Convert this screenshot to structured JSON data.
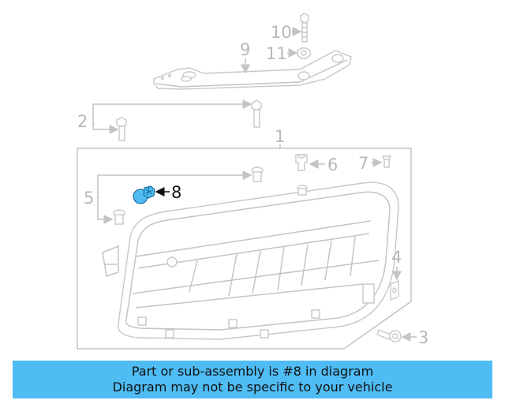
{
  "diagram": {
    "highlight_color": "#4fbcf4",
    "line_color": "#c4c4c4",
    "callouts": [
      {
        "id": "1",
        "label": "1"
      },
      {
        "id": "2",
        "label": "2"
      },
      {
        "id": "3",
        "label": "3"
      },
      {
        "id": "4",
        "label": "4"
      },
      {
        "id": "5",
        "label": "5"
      },
      {
        "id": "6",
        "label": "6"
      },
      {
        "id": "7",
        "label": "7"
      },
      {
        "id": "8",
        "label": "8",
        "highlighted": true
      },
      {
        "id": "9",
        "label": "9"
      },
      {
        "id": "10",
        "label": "10"
      },
      {
        "id": "11",
        "label": "11"
      }
    ]
  },
  "banner": {
    "line1": "Part or sub-assembly is #8 in diagram",
    "line2": "Diagram may not be specific to your vehicle",
    "background": "#4fbcf4"
  }
}
